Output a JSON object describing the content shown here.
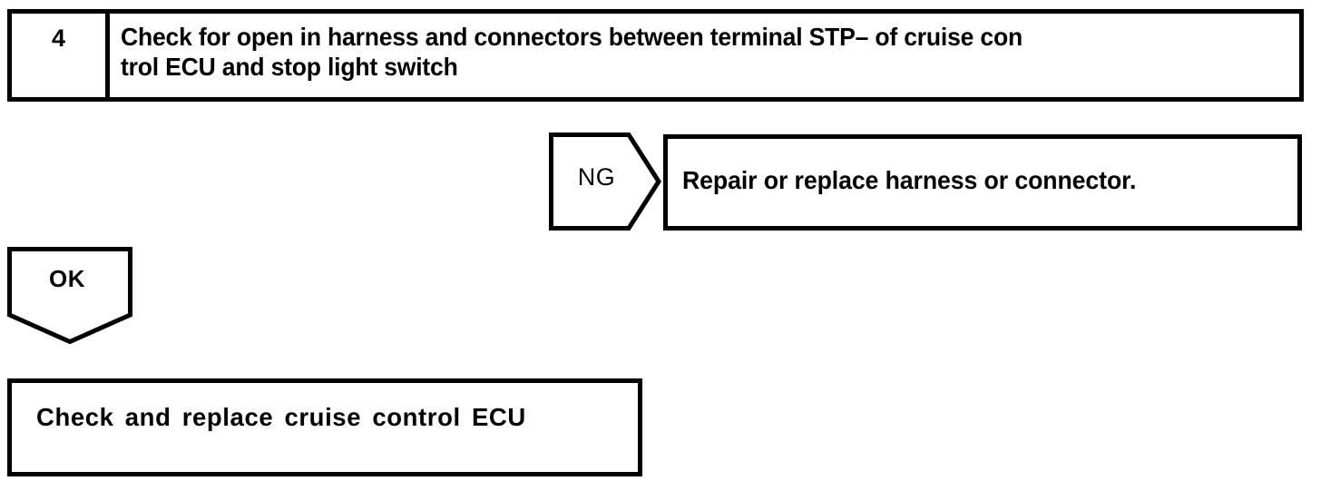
{
  "page": {
    "background_color": "#ffffff",
    "line_color": "#000000",
    "text_color": "#000000"
  },
  "step": {
    "number": "4",
    "description": "Check for open in harness and connectors between terminal STP– of cruise con\ntrol ECU and stop light switch"
  },
  "branches": {
    "ng": {
      "label": "NG",
      "result_text": "Repair or replace harness or connector."
    },
    "ok": {
      "label": "OK",
      "result_text": "Check and replace cruise control ECU"
    }
  }
}
